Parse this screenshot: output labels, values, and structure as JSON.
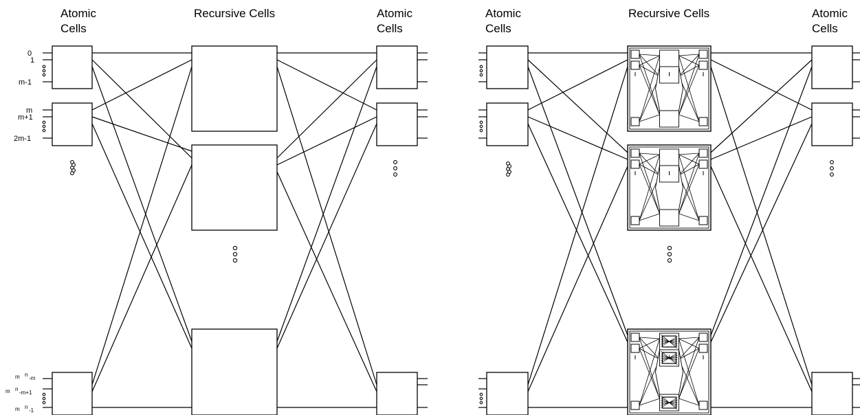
{
  "headers": {
    "left_atomic_in": [
      "Atomic",
      "Cells"
    ],
    "left_recursive": "Recursive Cells",
    "left_atomic_out": [
      "Atomic",
      "Cells"
    ],
    "right_atomic_in": [
      "Atomic",
      "Cells"
    ],
    "right_recursive": "Recursive Cells",
    "right_atomic_out": [
      "Atomic",
      "Cells"
    ]
  },
  "port_labels": {
    "p0": "0",
    "p1": "1",
    "pm1": "m-1",
    "pm": "m",
    "pmp1": "m+1",
    "p2m1": "2m-1",
    "pmn_m_base": "m",
    "pmn_m_exp": "n",
    "pmn_m_tail": "-m",
    "pmn_m1_base": "m",
    "pmn_m1_exp": "n",
    "pmn_m1_tail": "-m+1",
    "pmn_1_base": "m",
    "pmn_1_exp": "n",
    "pmn_1_tail": "-1"
  }
}
